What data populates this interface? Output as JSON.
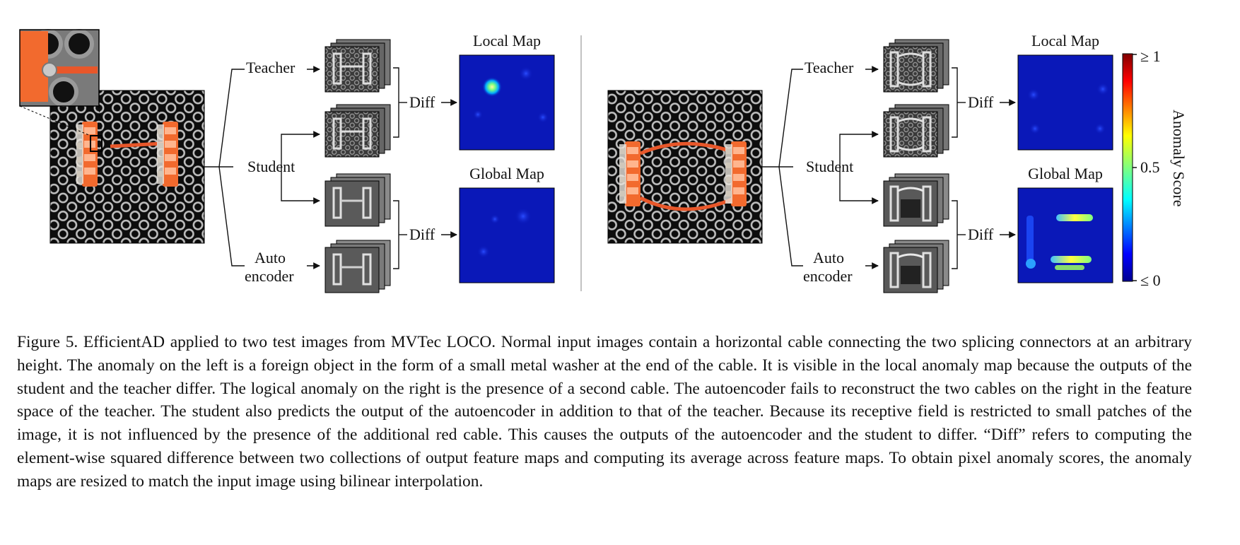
{
  "figure": {
    "left_panel": {
      "teacher_label": "Teacher",
      "student_label": "Student",
      "auto_label_line1": "Auto",
      "auto_label_line2": "encoder",
      "diff_top": "Diff",
      "diff_bottom": "Diff",
      "local_map_title": "Local Map",
      "global_map_title": "Global Map"
    },
    "right_panel": {
      "teacher_label": "Teacher",
      "student_label": "Student",
      "auto_label_line1": "Auto",
      "auto_label_line2": "encoder",
      "diff_top": "Diff",
      "diff_bottom": "Diff",
      "local_map_title": "Local Map",
      "global_map_title": "Global Map"
    },
    "colorbar": {
      "title": "Anomaly Score",
      "tick_top": "≥ 1",
      "tick_mid": "0.5",
      "tick_bottom": "≤ 0"
    },
    "colors": {
      "cable": "#e8572a",
      "connector": "#f26a2e",
      "map_background": "#0a18b8",
      "grid_background": "#1a1a1a"
    }
  },
  "caption": "Figure 5. EfficientAD applied to two test images from MVTec LOCO. Normal input images contain a horizontal cable connecting the two splicing connectors at an arbitrary height. The anomaly on the left is a foreign object in the form of a small metal washer at the end of the cable. It is visible in the local anomaly map because the outputs of the student and the teacher differ. The logical anomaly on the right is the presence of a second cable. The autoencoder fails to reconstruct the two cables on the right in the feature space of the teacher. The student also predicts the output of the autoencoder in addition to that of the teacher. Because its receptive field is restricted to small patches of the image, it is not influenced by the presence of the additional red cable. This causes the outputs of the autoencoder and the student to differ. “Diff” refers to computing the element-wise squared difference between two collections of output feature maps and computing its average across feature maps. To obtain pixel anomaly scores, the anomaly maps are resized to match the input image using bilinear interpolation."
}
